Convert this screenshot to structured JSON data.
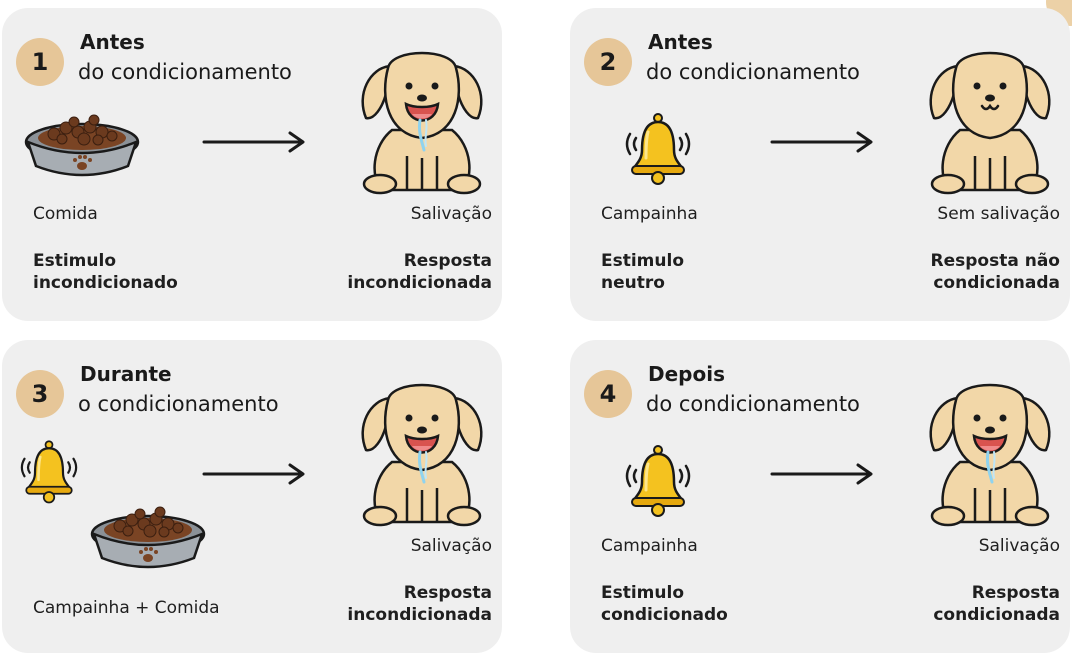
{
  "panels": [
    {
      "step": "1",
      "heading_bold": "Antes",
      "heading_sub": "do condicionamento",
      "stimulus_label": "Comida",
      "response_label": "Salivação",
      "stimulus_term": "Estimulo\nincondicionado",
      "response_term": "Resposta\nincondicionada"
    },
    {
      "step": "2",
      "heading_bold": "Antes",
      "heading_sub": "do condicionamento",
      "stimulus_label": "Campainha",
      "response_label": "Sem salivação",
      "stimulus_term": "Estimulo\nneutro",
      "response_term": "Resposta não\ncondicionada"
    },
    {
      "step": "3",
      "heading_bold": "Durante",
      "heading_sub": "o condicionamento",
      "stimulus_label": "Campainha + Comida",
      "response_label": "Salivação",
      "stimulus_term": "",
      "response_term": "Resposta\nincondicionada"
    },
    {
      "step": "4",
      "heading_bold": "Depois",
      "heading_sub": "do condicionamento",
      "stimulus_label": "Campainha",
      "response_label": "Salivação",
      "stimulus_term": "Estimulo\ncondicionado",
      "response_term": "Resposta\ncondicionada"
    }
  ],
  "colors": {
    "panel_bg": "#efefef",
    "badge": "#e6c698",
    "dog_fur": "#f2d7a8",
    "bell": "#f4c21f",
    "bowl": "#9ea4aa",
    "food": "#7a4424"
  },
  "icons": [
    "food-bowl-icon",
    "bell-icon",
    "arrow-right-icon",
    "dog-salivating-icon",
    "dog-neutral-icon"
  ]
}
